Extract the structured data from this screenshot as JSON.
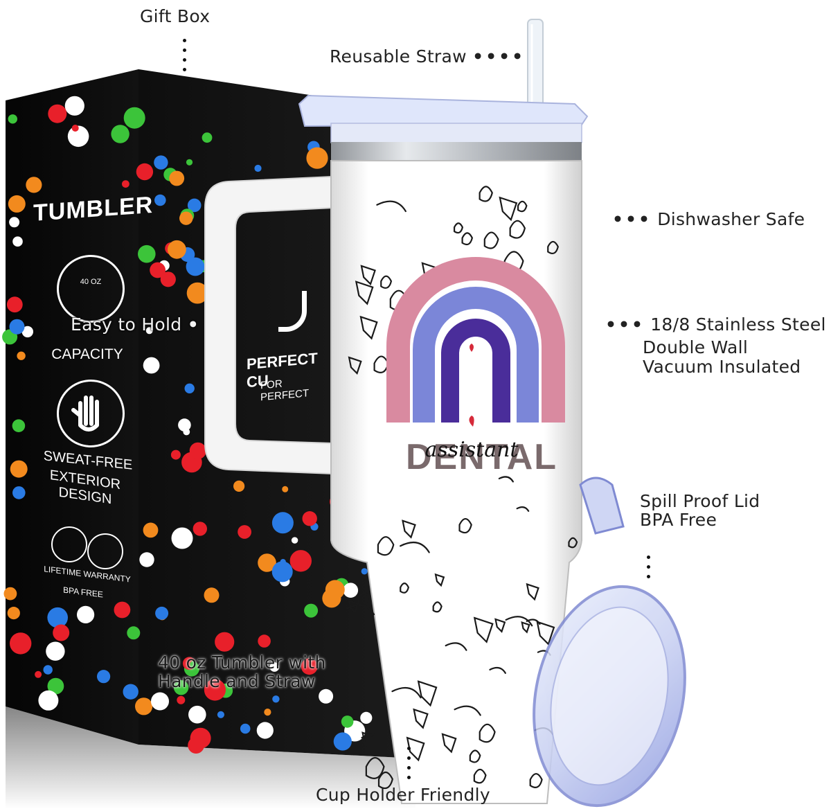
{
  "callouts": {
    "gift_box": "Gift Box",
    "reusable_straw": "Reusable Straw",
    "dishwasher_safe": "Dishwasher Safe",
    "easy_to_hold": "Easy to Hold",
    "steel_line1": "18/8  Stainless Steel",
    "steel_line2": "Double Wall",
    "steel_line3": "Vacuum Insulated",
    "lid_line1": "Spill Proof Lid",
    "lid_line2": "BPA Free",
    "tumbler_line1": "40 oz Tumbler with",
    "tumbler_line2": "Handle and Straw",
    "cup_holder": "Cup Holder Friendly"
  },
  "box": {
    "title": "TUMBLER",
    "capacity_icon_text": "40 OZ",
    "capacity_label": "CAPACITY",
    "sweat_line1": "SWEAT-FREE",
    "sweat_line2": "EXTERIOR DESIGN",
    "warranty_line1": "LIFETIME WARRANTY",
    "warranty_line2": "BPA FREE",
    "side_line1": "PERFECT CU",
    "side_line2": "FOR PERFECT"
  },
  "tumbler": {
    "print_word": "DENTAL",
    "print_script": "assistant"
  },
  "colors": {
    "box_black": "#0b0b0b",
    "dot_red": "#e8202a",
    "dot_blue": "#2a7be4",
    "dot_green": "#3cc43a",
    "dot_orange": "#f28a1e",
    "rainbow_pink": "#d98aa0",
    "rainbow_blue": "#7b86d8",
    "rainbow_purple": "#4a2d9a"
  }
}
